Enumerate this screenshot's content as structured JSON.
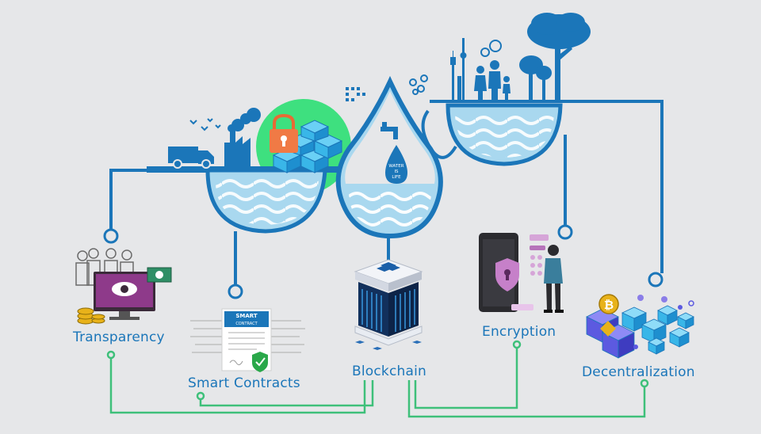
{
  "labels": {
    "transparency": "Transparency",
    "smart_contracts": "Smart Contracts",
    "blockchain": "Blockchain",
    "encryption": "Encryption",
    "decentralization": "Decentralization"
  },
  "badges": {
    "water_is_life": [
      "WATER",
      "IS",
      "LIFE"
    ],
    "smart_contract_title": [
      "SMART",
      "CONTRACT"
    ]
  },
  "colors": {
    "background": "#e6e7e9",
    "water_blue": "#1b76b9",
    "light_water": "#a9d8ef",
    "connector_green": "#3ec07a",
    "lock_orange": "#f07a45",
    "cube_blue": "#39b6e8",
    "green_circle": "#3ee07f",
    "screen_purple": "#8e3a8a",
    "coin_gold": "#e8b21a"
  },
  "icons": {
    "truck": "truck-icon",
    "factory": "factory-icon",
    "lock": "padlock-icon",
    "faucet": "faucet-icon",
    "city": "city-skyline-icon",
    "family": "family-icon",
    "trees": "tree-icon",
    "crowd": "people-group-icon",
    "monitor_eye": "eye-monitor-icon",
    "contract_doc": "contract-document-icon",
    "server": "blockchain-server-icon",
    "phone_shield": "phone-shield-icon",
    "bitcoin_cubes": "bitcoin-cubes-icon"
  }
}
